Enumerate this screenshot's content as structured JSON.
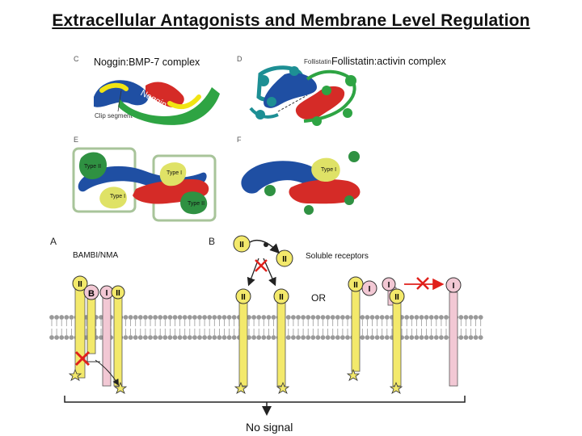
{
  "title": "Extracellular Antagonists and Membrane Level Regulation",
  "panels": {
    "a": "A",
    "b": "B",
    "c": "C",
    "d": "D",
    "e": "E",
    "f": "F"
  },
  "captions": {
    "noggin_complex": "Noggin:BMP-7 complex",
    "follistatin_complex": "Follistatin:activin complex",
    "follistatin_tag": "Follistatin",
    "noggin": "Noggin",
    "clip_segment": "Clip segment",
    "bambi": "BAMBI/NMA",
    "soluble_receptors": "Soluble receptors",
    "or": "OR",
    "no_signal": "No signal"
  },
  "receptor_labels": {
    "type_ii": "II",
    "type_i": "I",
    "bambi": "B"
  },
  "box_labels": {
    "type_ii": "Type II",
    "type_i": "Type I"
  },
  "colors": {
    "bmp_blue": "#1f4fa3",
    "ligand_red": "#d52b27",
    "noggin_green": "#2ea443",
    "clip_yellow": "#f1e413",
    "follistatin_teal": "#1d8f94",
    "receptor_yellow": "#f3e96b",
    "receptor_pink": "#f2c8d4",
    "type_ii_green": "#2f9142",
    "type_i_lime": "#dfe266",
    "membrane_grey": "#9a9a9a",
    "inhibit_red": "#e0201b"
  }
}
